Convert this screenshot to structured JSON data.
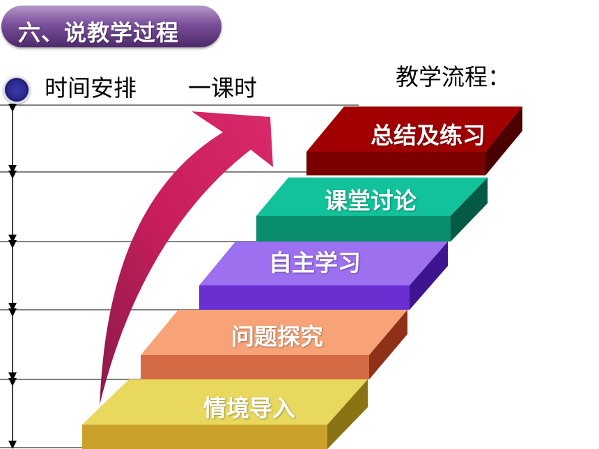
{
  "slide": {
    "title": "六、说教学过程",
    "time_label": "时间安排",
    "time_value": "一课时",
    "flow_label": "教学流程："
  },
  "steps": [
    {
      "label": "情境导入",
      "color": "#e9d25a"
    },
    {
      "label": "问题探究",
      "color": "#f2956a"
    },
    {
      "label": "自主学习",
      "color": "#9b66e8"
    },
    {
      "label": "课堂讨论",
      "color": "#0bb990"
    },
    {
      "label": "总结及练习",
      "color": "#a40000"
    }
  ],
  "colors": {
    "title_pill": "#7a4f9a",
    "arrow": "#cc1f5e",
    "bullet": "#2a2a90"
  },
  "icons": {
    "bullet": "bullet-circle-icon",
    "arrow": "curved-arrow-icon",
    "timeline": "timeline-arrow-icon"
  }
}
